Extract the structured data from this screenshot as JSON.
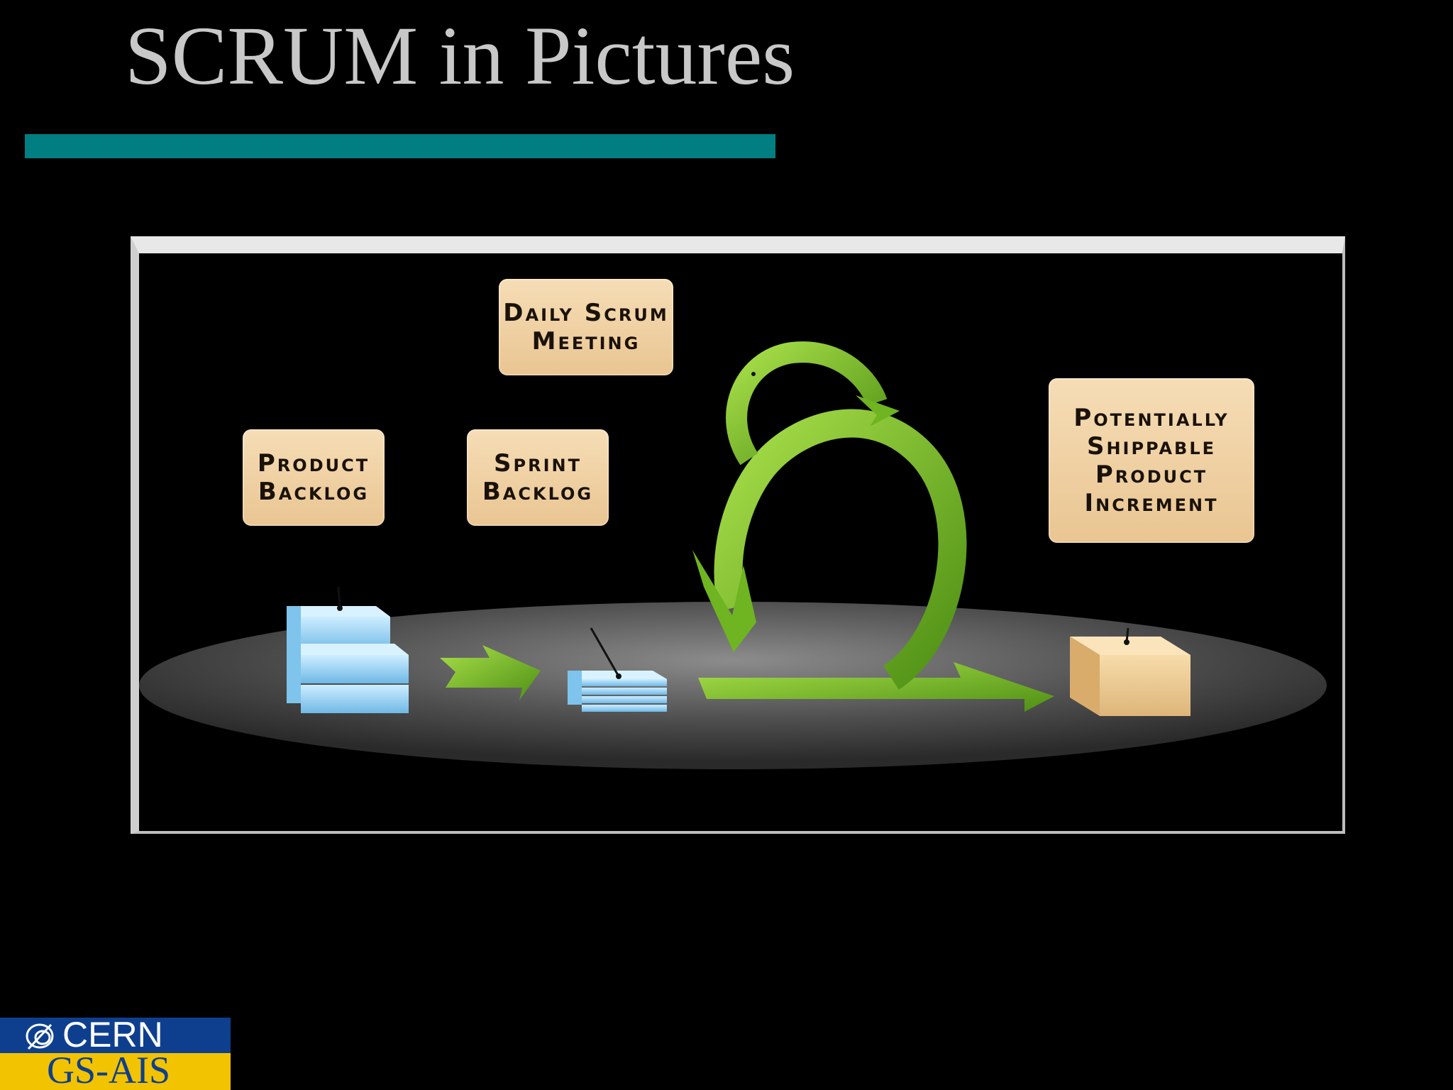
{
  "slide": {
    "title": "SCRUM in Pictures",
    "accent_color": "#007e82",
    "background_color": "#000000"
  },
  "diagram": {
    "labels": {
      "daily_scrum": "Daily Scrum\nMeeting",
      "product_backlog": "Product\nBacklog",
      "sprint_backlog": "Sprint\nBacklog",
      "increment": "Potentially\nShippable\nProduct\nIncrement"
    },
    "box_color": "#f2d3a6",
    "arrow_color": "#7cc42c",
    "backlog_color": "#8fd0f2",
    "package_color": "#f0cf98"
  },
  "logo": {
    "org": "CERN",
    "dept": "GS-AIS",
    "top_color": "#0e3f8f",
    "bottom_color": "#f2c300"
  }
}
